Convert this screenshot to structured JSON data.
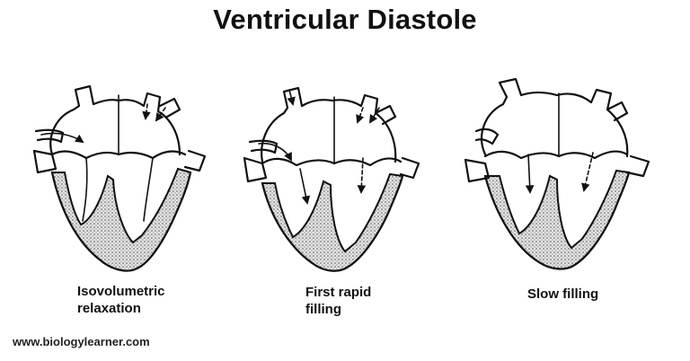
{
  "title": "Ventricular Diastole",
  "phases": [
    {
      "line1": "Isovolumetric",
      "line2": "relaxation"
    },
    {
      "line1": "First rapid",
      "line2": "filling"
    },
    {
      "line1": "Slow filling",
      "line2": ""
    }
  ],
  "website": "www.biologylearner.com",
  "colors": {
    "ink": "#111111",
    "stipple": "#cfcfcf",
    "background": "#ffffff"
  }
}
